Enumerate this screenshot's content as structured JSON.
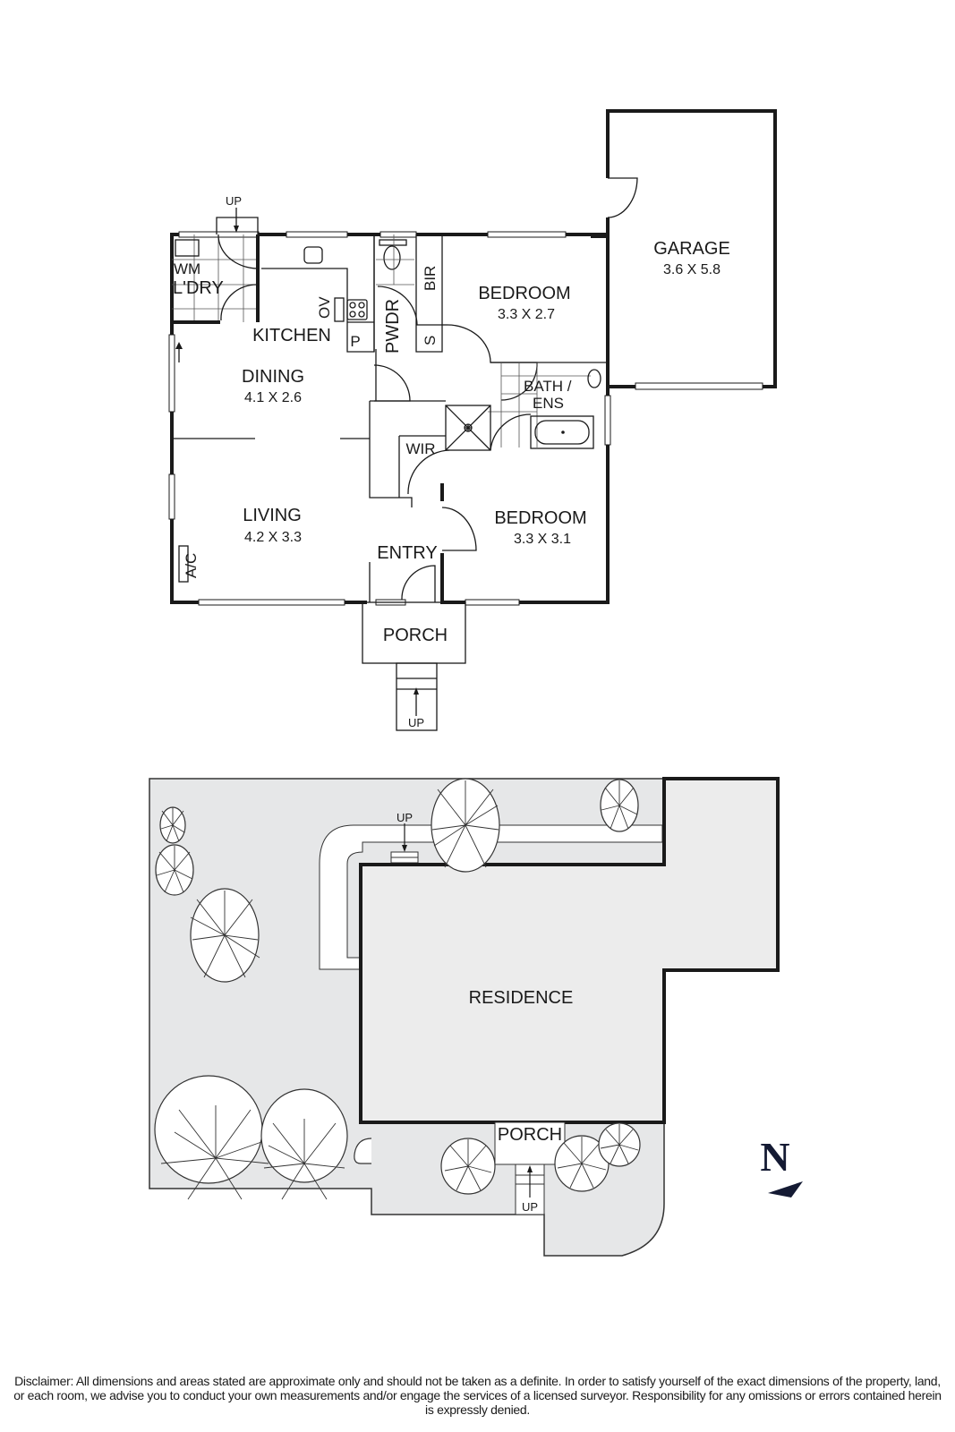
{
  "floor_plan": {
    "rooms": {
      "garage": {
        "label": "GARAGE",
        "dims": "3.6 X 5.8"
      },
      "bedroom1": {
        "label": "BEDROOM",
        "dims": "3.3 X 2.7"
      },
      "bedroom2": {
        "label": "BEDROOM",
        "dims": "3.3 X 3.1"
      },
      "dining": {
        "label": "DINING",
        "dims": "4.1 X 2.6"
      },
      "living": {
        "label": "LIVING",
        "dims": "4.2 X 3.3"
      },
      "kitchen": {
        "label": "KITCHEN"
      },
      "laundry": {
        "label": "L'DRY"
      },
      "wm": {
        "label": "WM"
      },
      "powder": {
        "label": "PWDR"
      },
      "bir": {
        "label": "BIR"
      },
      "storage": {
        "label": "S"
      },
      "pantry": {
        "label": "P"
      },
      "oven": {
        "label": "OV"
      },
      "bath_line1": {
        "label": "BATH /"
      },
      "bath_line2": {
        "label": "ENS"
      },
      "wir": {
        "label": "WIR"
      },
      "entry": {
        "label": "ENTRY"
      },
      "porch": {
        "label": "PORCH"
      },
      "ac": {
        "label": "A/C"
      }
    },
    "stairs": {
      "laundry_up": "UP",
      "porch_up": "UP"
    }
  },
  "site_plan": {
    "residence": "RESIDENCE",
    "porch": "PORCH",
    "path_up": "UP",
    "porch_up": "UP",
    "colors": {
      "land": "#e6e7e8",
      "residence": "#ececec",
      "path": "#ffffff"
    }
  },
  "compass": {
    "label": "N",
    "color": "#141a33"
  },
  "disclaimer": "Disclaimer: All dimensions and areas stated are approximate only and should not be taken as a definite. In order to satisfy yourself of the exact dimensions of the property, land, or each room, we advise you to conduct your own measurements and/or engage the services of a licensed surveyor. Responsibility for any omissions or errors contained herein is expressly denied."
}
